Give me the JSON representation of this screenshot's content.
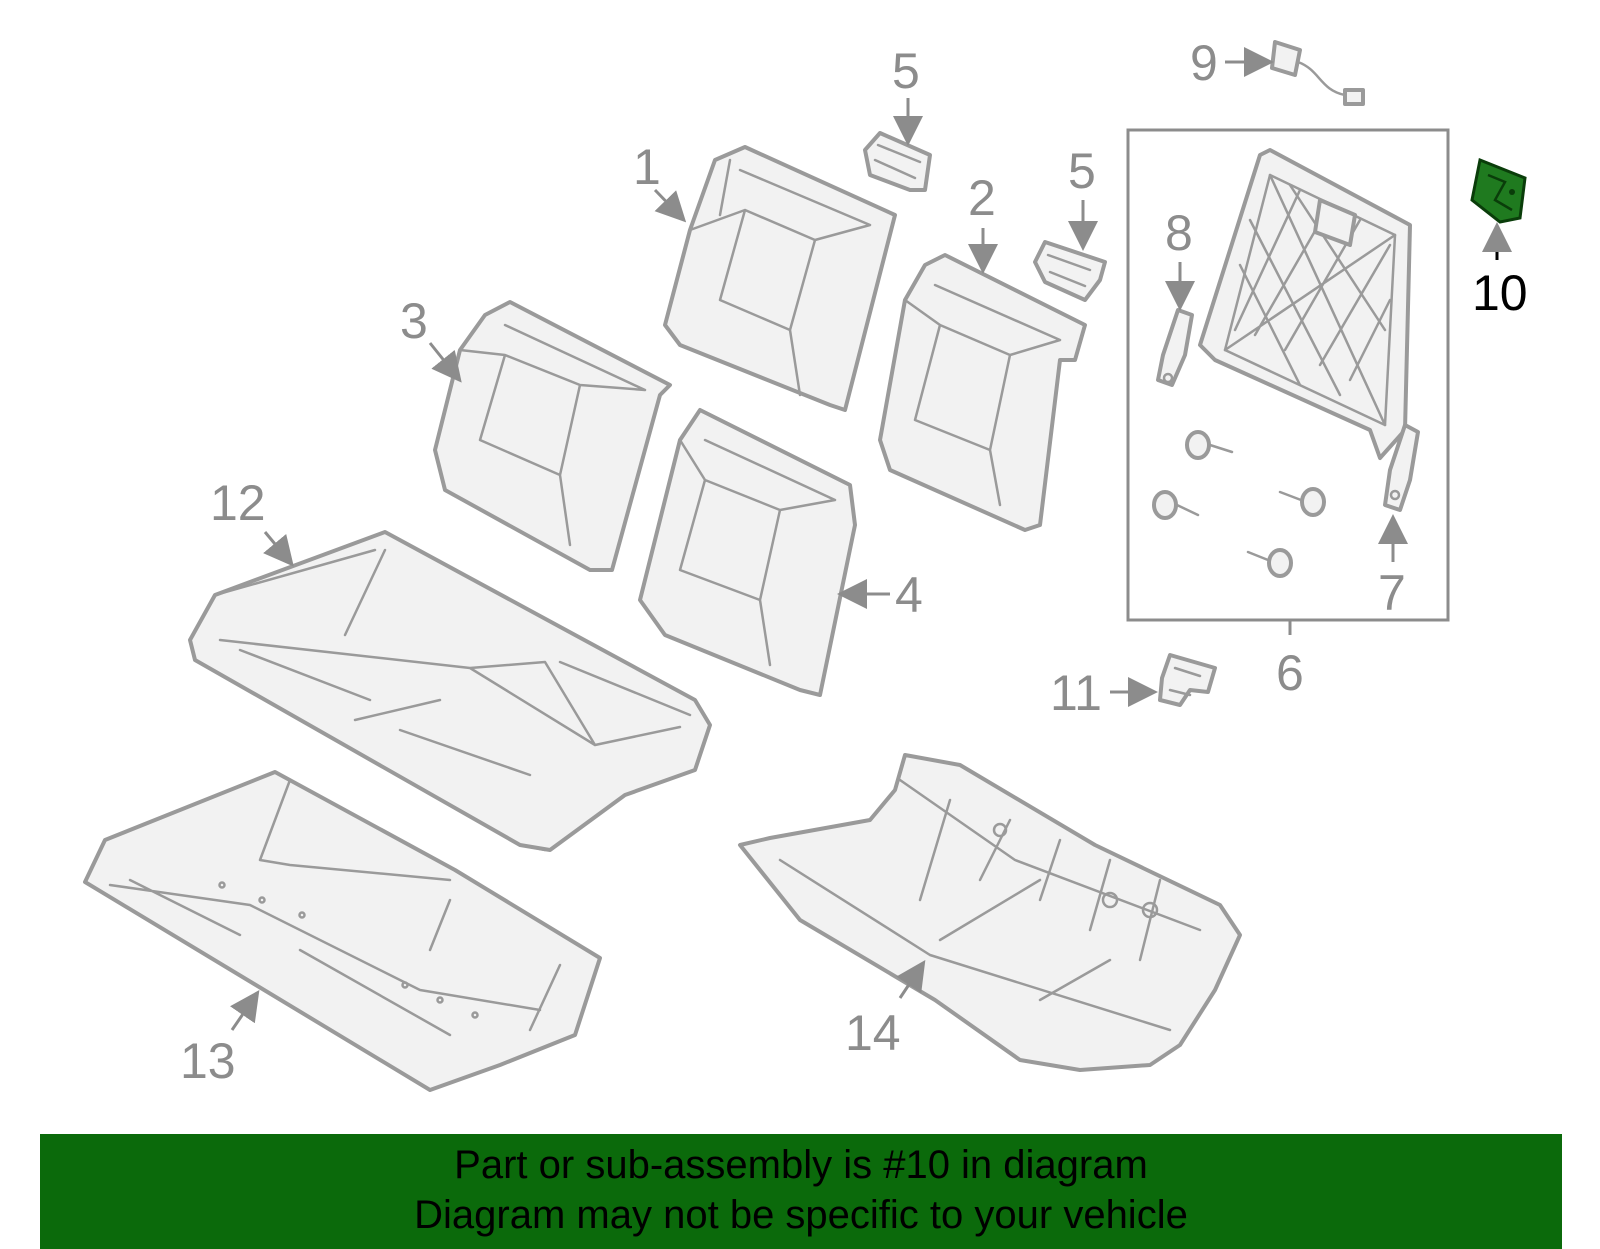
{
  "callouts": [
    {
      "num": "1",
      "name": "seat-back-cover-left-upper"
    },
    {
      "num": "2",
      "name": "seat-back-cover-right-upper"
    },
    {
      "num": "3",
      "name": "seat-back-cover-left-lower"
    },
    {
      "num": "4",
      "name": "seat-back-cover-right-lower"
    },
    {
      "num": "5",
      "name": "headrest-guide"
    },
    {
      "num": "5",
      "name": "headrest-guide-2"
    },
    {
      "num": "6",
      "name": "seat-back-frame-assembly"
    },
    {
      "num": "7",
      "name": "hinge-bracket-right"
    },
    {
      "num": "8",
      "name": "hinge-bracket-left"
    },
    {
      "num": "9",
      "name": "wire-harness"
    },
    {
      "num": "10",
      "name": "latch-component"
    },
    {
      "num": "11",
      "name": "support-bracket"
    },
    {
      "num": "12",
      "name": "seat-cushion-cover"
    },
    {
      "num": "13",
      "name": "seat-cushion-pad"
    },
    {
      "num": "14",
      "name": "seat-cushion-frame"
    }
  ],
  "highlighted_part": "10",
  "colors": {
    "banner": "#0b6a0b",
    "highlight_part": "#1f7a1f",
    "line_art": "#9a9a9a",
    "callout_text": "#8c8c8c"
  },
  "banner": {
    "line1": "Part or sub-assembly is #10 in diagram",
    "line2": "Diagram may not be specific to your vehicle"
  }
}
